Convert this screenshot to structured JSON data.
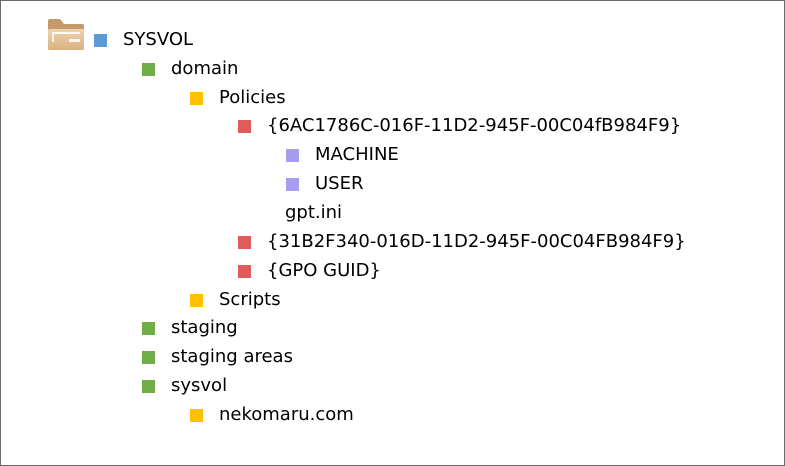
{
  "colors": {
    "root": "#5b9bd5",
    "level1": "#70ad47",
    "level2": "#ffc000",
    "level3": "#e05c5c",
    "level4": "#a59df0",
    "folder": "#e8c9a0"
  },
  "icons": {
    "root": "folder-icon"
  },
  "tree": {
    "sysvol": "SYSVOL",
    "domain": "domain",
    "policies": "Policies",
    "gpo1": "{6AC1786C-016F-11D2-945F-00C04fB984F9}",
    "machine": "MACHINE",
    "user": "USER",
    "gptini": "gpt.ini",
    "gpo2": "{31B2F340-016D-11D2-945F-00C04FB984F9}",
    "gpoguid": "{GPO GUID}",
    "scripts": "Scripts",
    "staging": "staging",
    "staging_areas": "staging areas",
    "sysvol_sub": "sysvol",
    "nekomaru": "nekomaru.com"
  }
}
